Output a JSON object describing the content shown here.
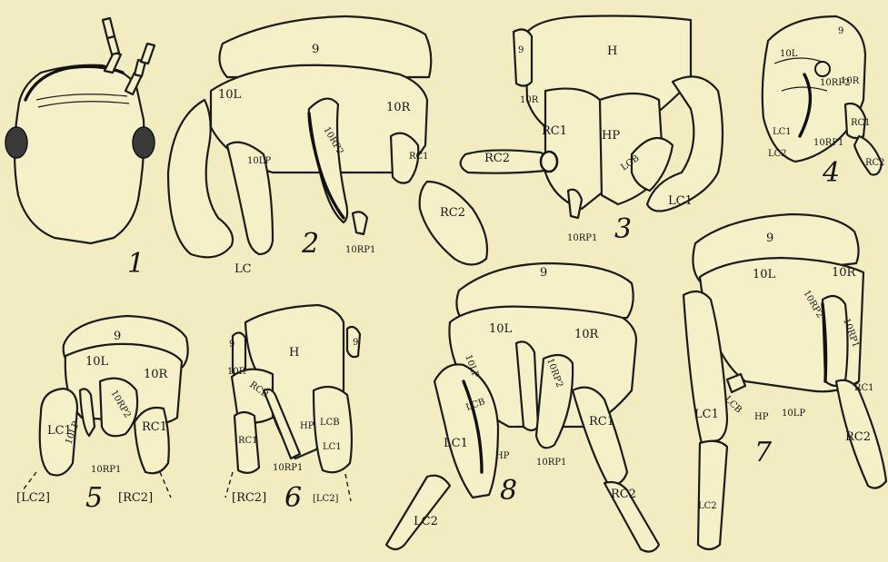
{
  "figures": [
    {
      "number": "1",
      "labels": []
    },
    {
      "number": "2",
      "labels": [
        "9",
        "10L",
        "10R",
        "10LP",
        "10RP2",
        "RC1",
        "RC2",
        "LC",
        "10RP1"
      ]
    },
    {
      "number": "3",
      "labels": [
        "9",
        "H",
        "10R",
        "RC1",
        "RC2",
        "HP",
        "LCB",
        "LC1",
        "10RP1"
      ]
    },
    {
      "number": "4",
      "labels": [
        "9",
        "10L",
        "10RP2",
        "10R",
        "LC1",
        "LC2",
        "10RP1",
        "RC1",
        "RC2"
      ]
    },
    {
      "number": "5",
      "labels": [
        "9",
        "10L",
        "10R",
        "10RP2",
        "LC1",
        "10LP",
        "10RP1",
        "RC1",
        "[LC2]",
        "[RC2]"
      ]
    },
    {
      "number": "6",
      "labels": [
        "9",
        "9",
        "H",
        "10R",
        "RCB",
        "HP",
        "LCB",
        "RC1",
        "10RP1",
        "LC1",
        "[RC2]",
        "[LC2]"
      ]
    },
    {
      "number": "7",
      "labels": [
        "9",
        "10L",
        "10R",
        "10RP2",
        "10RP1",
        "LCB",
        "HP",
        "10LP",
        "LC1",
        "RC1",
        "RC2",
        "LC2"
      ]
    },
    {
      "number": "8",
      "labels": [
        "9",
        "10L",
        "10R",
        "10LP",
        "10RP2",
        "LCB",
        "HP",
        "10RP1",
        "LC1",
        "RC1",
        "LC2",
        "RC2"
      ]
    }
  ],
  "colors": {
    "paper": "#f3ecc1",
    "ink": "#1b1b1b"
  }
}
